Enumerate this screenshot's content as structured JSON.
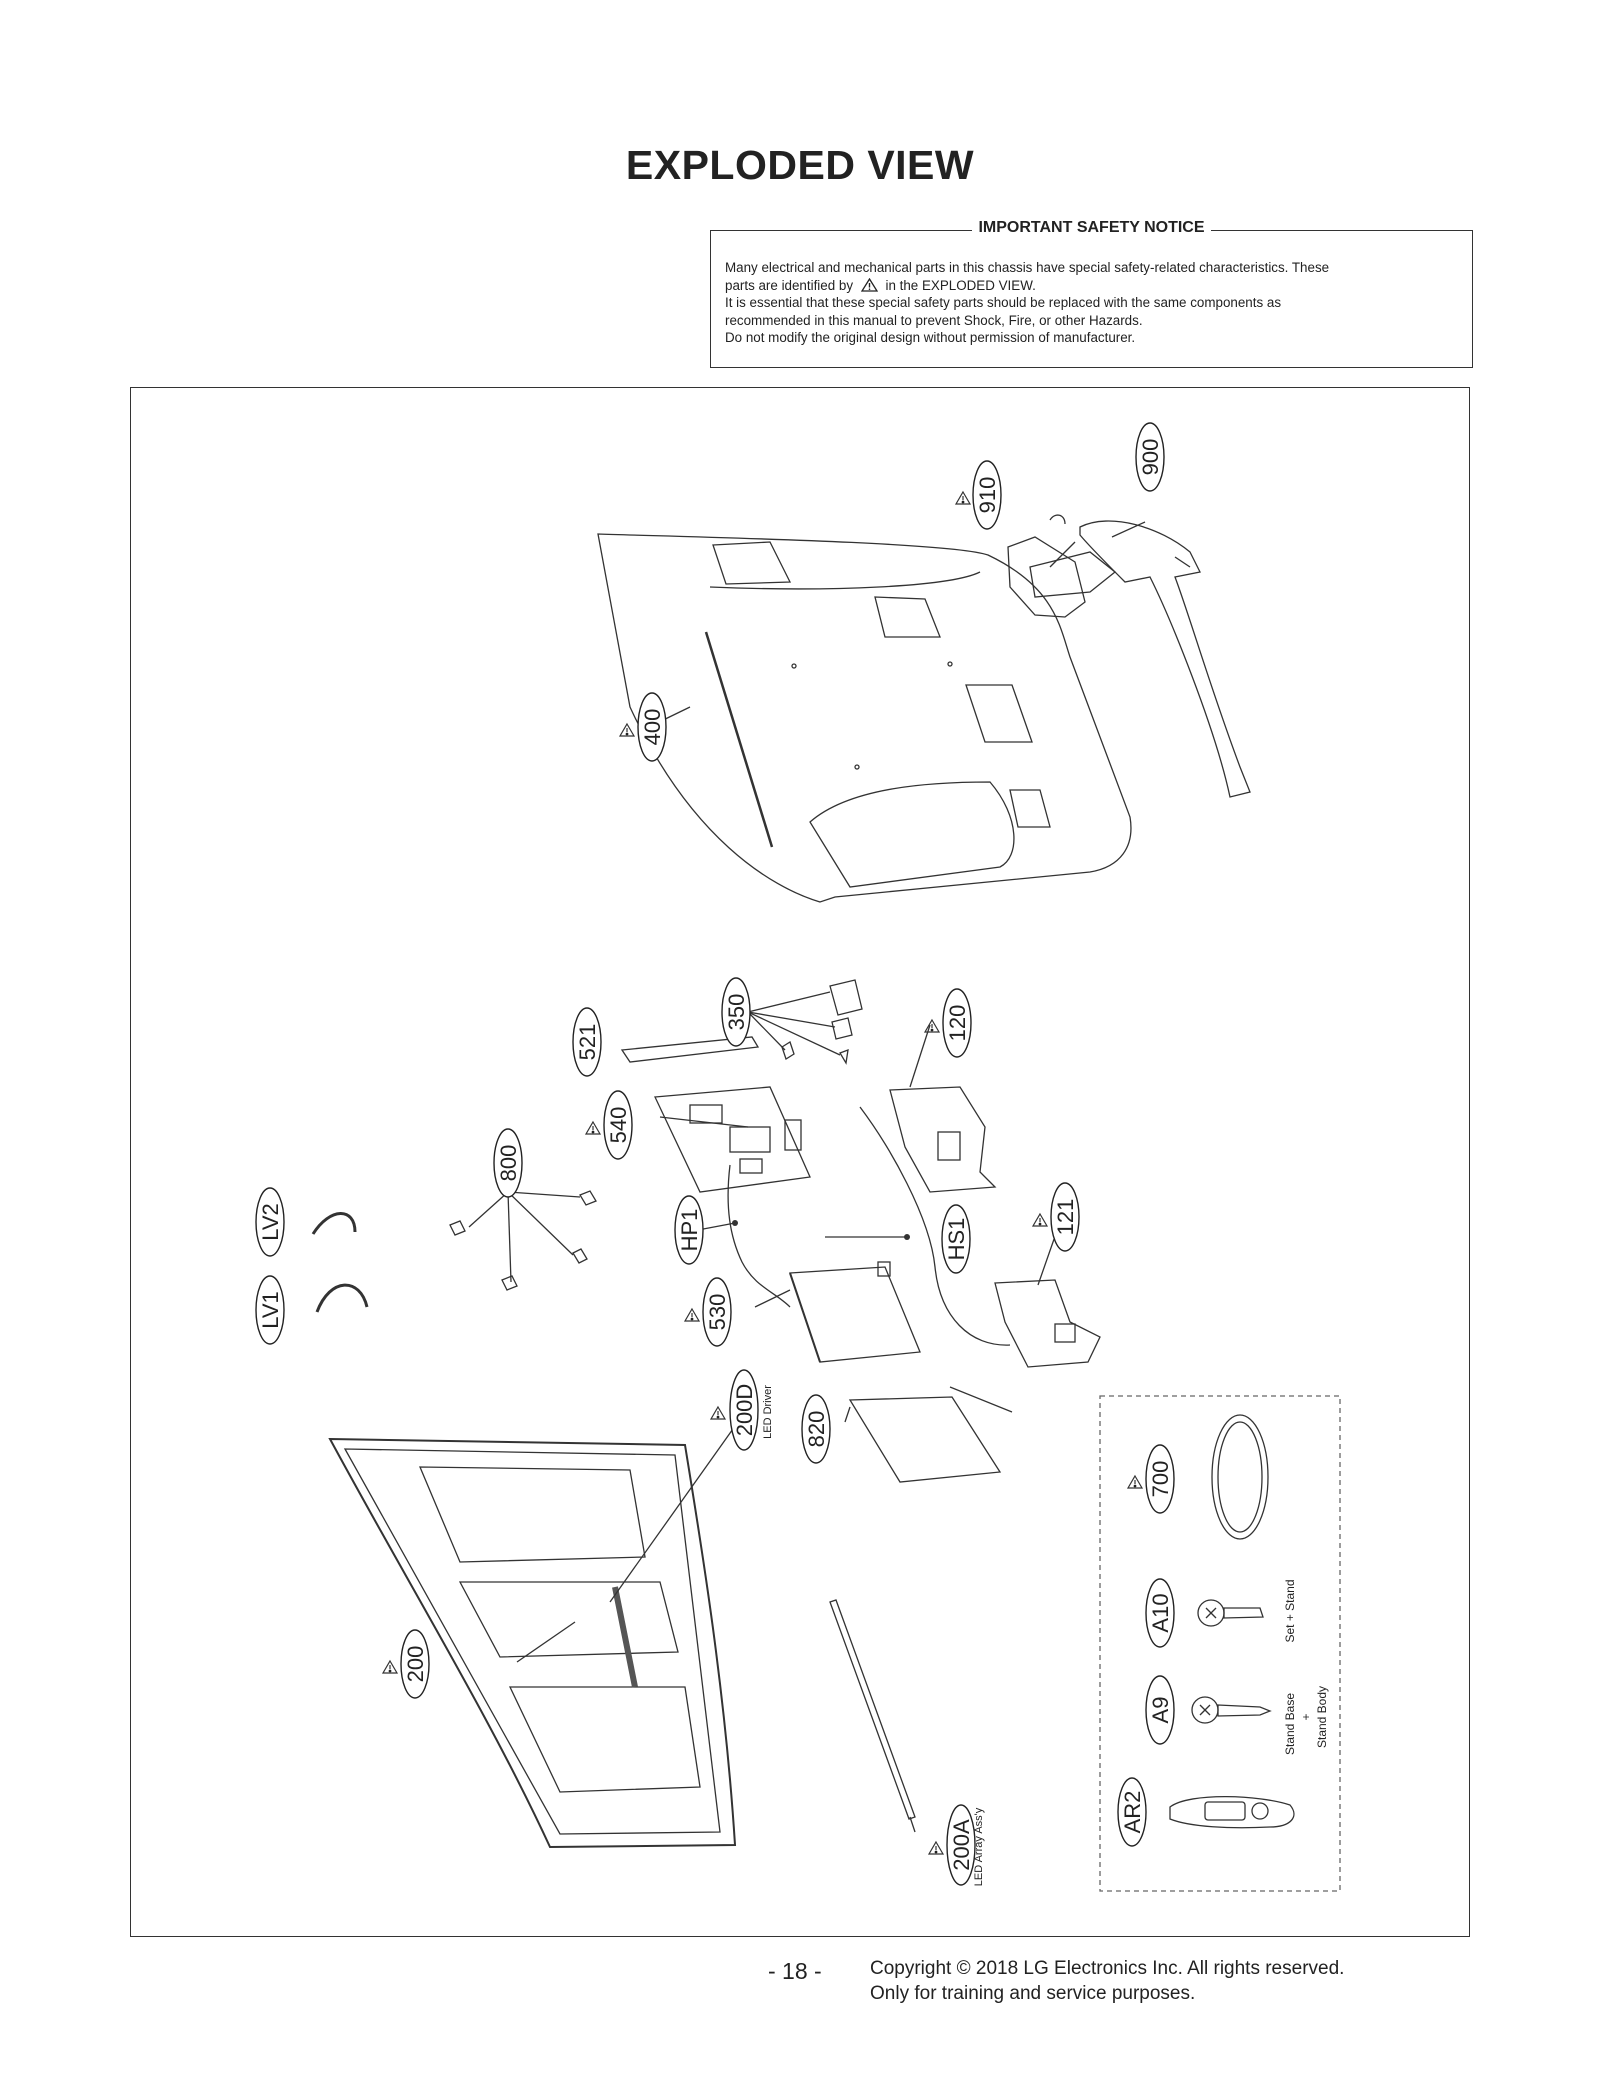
{
  "title": "EXPLODED VIEW",
  "notice": {
    "heading": "IMPORTANT SAFETY NOTICE",
    "line1": "Many electrical and mechanical parts in this chassis have special safety-related characteristics. These",
    "line2a": "parts are identified by",
    "line2b": "in the EXPLODED VIEW.",
    "line3": "It is essential that these special safety parts should be replaced with the same components as",
    "line4": "recommended in this manual to prevent Shock, Fire, or other Hazards.",
    "line5": "Do not modify the original design without permission of manufacturer."
  },
  "parts": {
    "p900": "900",
    "p910": "910",
    "p400": "400",
    "p521": "521",
    "p350": "350",
    "p120": "120",
    "p540": "540",
    "p800": "800",
    "lv2": "LV2",
    "lv1": "LV1",
    "hp1": "HP1",
    "hs1": "HS1",
    "p121": "121",
    "p530": "530",
    "p200d": "200D",
    "p820": "820",
    "p700": "700",
    "a10": "A10",
    "a9": "A9",
    "ar2": "AR2",
    "p200": "200",
    "p200a": "200A"
  },
  "annotations": {
    "led_driver": "LED Driver",
    "led_array": "LED Array Ass'y",
    "set_stand": "Set + Stand",
    "stand_base": "Stand Base",
    "plus": "+",
    "stand_body": "Stand Body"
  },
  "footer": {
    "page": "- 18 -",
    "copyright": "Copyright © 2018 LG Electronics Inc. All rights reserved.",
    "training": "Only for training and service purposes."
  }
}
